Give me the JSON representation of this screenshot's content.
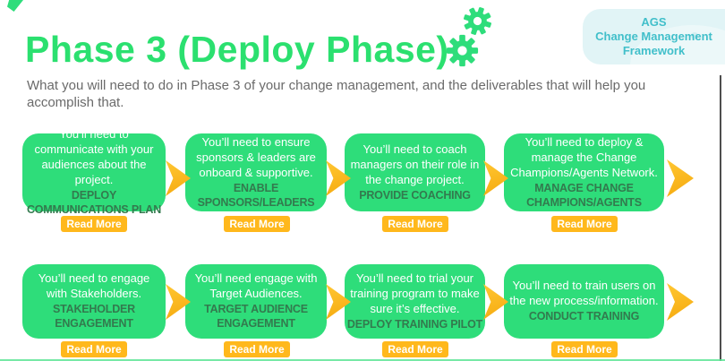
{
  "slide": {
    "title": "Phase 3 (Deploy Phase)",
    "subtitle": "What you will need to do in Phase 3 of your change management, and the deliverables that will help you accomplish that."
  },
  "badge": {
    "lines": [
      "AGS",
      "Change Management",
      "Framework"
    ]
  },
  "icons": {
    "title_icons": [
      "gear-icon-large",
      "gear-icon-small"
    ]
  },
  "buttons": {
    "read_more": "Read More"
  },
  "colors": {
    "box_green": "#2edd7a",
    "title_green": "#2be06f",
    "deliverable_text": "#337a4e",
    "arrow_amber": "#ffb81c",
    "badge_bg": "#e1f4f6",
    "badge_text": "#41bfca",
    "subtitle_gray": "#6a6a6a"
  },
  "cards": [
    {
      "description": "You’ll need to communicate with your audiences about the project.",
      "deliverable": "DEPLOY\nCOMMUNICATIONS PLAN"
    },
    {
      "description": "You’ll need to ensure sponsors & leaders are onboard & supportive.",
      "deliverable": "ENABLE\nSPONSORS/LEADERS"
    },
    {
      "description": "You’ll need to coach managers on their role in the change project.",
      "deliverable": "PROVIDE COACHING"
    },
    {
      "description": "You’ll need to deploy & manage the Change Champions/Agents Network.",
      "deliverable": "MANAGE CHANGE\nCHAMPIONS/AGENTS"
    },
    {
      "description": "You’ll need to engage with Stakeholders.",
      "deliverable": "STAKEHOLDER\nENGAGEMENT"
    },
    {
      "description": "You’ll need engage with Target Audiences.",
      "deliverable": "TARGET AUDIENCE\nENGAGEMENT"
    },
    {
      "description": "You’ll need to trial your training program to make sure it’s effective.",
      "deliverable": "DEPLOY TRAINING PILOT"
    },
    {
      "description": "You’ll need to train users on the new process/information.",
      "deliverable": "CONDUCT TRAINING"
    }
  ]
}
